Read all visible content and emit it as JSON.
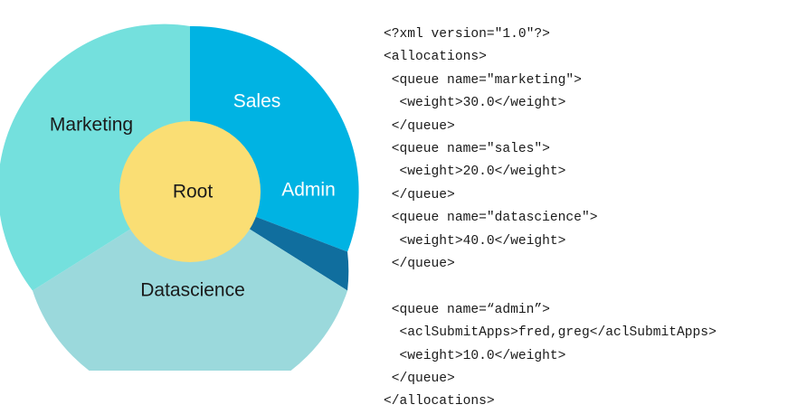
{
  "chart_data": {
    "type": "pie",
    "title": "",
    "subtitle": "",
    "xlabel": "",
    "ylabel": "",
    "legend_position": "none",
    "grid": false,
    "center_label": "Root",
    "units": "weight",
    "total": 100,
    "categories": [
      "Sales",
      "Admin",
      "Datascience",
      "Marketing"
    ],
    "values": [
      20.0,
      10.0,
      40.0,
      30.0
    ],
    "slices": [
      {
        "label": "Sales",
        "value": 20.0,
        "percent": 20,
        "color": "#00b3e3",
        "label_color": "#ffffff",
        "start_angle_deg": 0,
        "end_angle_deg": 72
      },
      {
        "label": "Admin",
        "value": 10.0,
        "percent": 10,
        "color": "#106e9e",
        "label_color": "#ffffff",
        "start_angle_deg": 72,
        "end_angle_deg": 108
      },
      {
        "label": "Datascience",
        "value": 40.0,
        "percent": 40,
        "color": "#9bd9dc",
        "label_color": "#1a1a1a",
        "start_angle_deg": 108,
        "end_angle_deg": 252
      },
      {
        "label": "Marketing",
        "value": 30.0,
        "percent": 30,
        "color": "#74e0dd",
        "label_color": "#1a1a1a",
        "start_angle_deg": 252,
        "end_angle_deg": 360
      }
    ],
    "center": {
      "label": "Root",
      "color": "#fade74",
      "label_color": "#1a1a1a"
    }
  },
  "chart": {
    "slice_sales_label": "Sales",
    "slice_admin_label": "Admin",
    "slice_datascience_label": "Datascience",
    "slice_marketing_label": "Marketing",
    "center_label": "Root"
  },
  "xml": {
    "language": "xml",
    "lines": [
      "<?xml version=\"1.0\"?>",
      "<allocations>",
      " <queue name=\"marketing\">",
      "  <weight>30.0</weight>",
      " </queue>",
      " <queue name=\"sales\">",
      "  <weight>20.0</weight>",
      " </queue>",
      " <queue name=\"datascience\">",
      "  <weight>40.0</weight>",
      " </queue>",
      "",
      " <queue name=“admin”>",
      "  <aclSubmitApps>fred,greg</aclSubmitApps>",
      "  <weight>10.0</weight>",
      " </queue>",
      "</allocations>"
    ]
  },
  "colors": {
    "background": "#ffffff",
    "sales": "#00b3e3",
    "admin": "#106e9e",
    "datascience": "#9bd9dc",
    "marketing": "#74e0dd",
    "root": "#fade74",
    "text_dark": "#1a1a1a",
    "text_light": "#ffffff"
  }
}
